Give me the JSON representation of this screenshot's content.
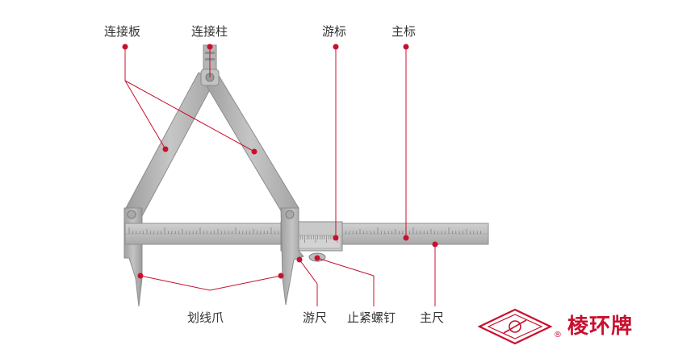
{
  "labels": {
    "link_plate": "连接板",
    "link_post": "连接柱",
    "vernier_scale": "游标",
    "main_scale": "主标",
    "scribing_jaw": "划线爪",
    "vernier_ruler": "游尺",
    "lock_screw": "止紧螺钉",
    "main_ruler": "主尺"
  },
  "brand": {
    "name": "棱环牌",
    "registered": "®"
  },
  "colors": {
    "accent": "#c8102e",
    "metal": "#b9b9b9",
    "text": "#333333"
  }
}
